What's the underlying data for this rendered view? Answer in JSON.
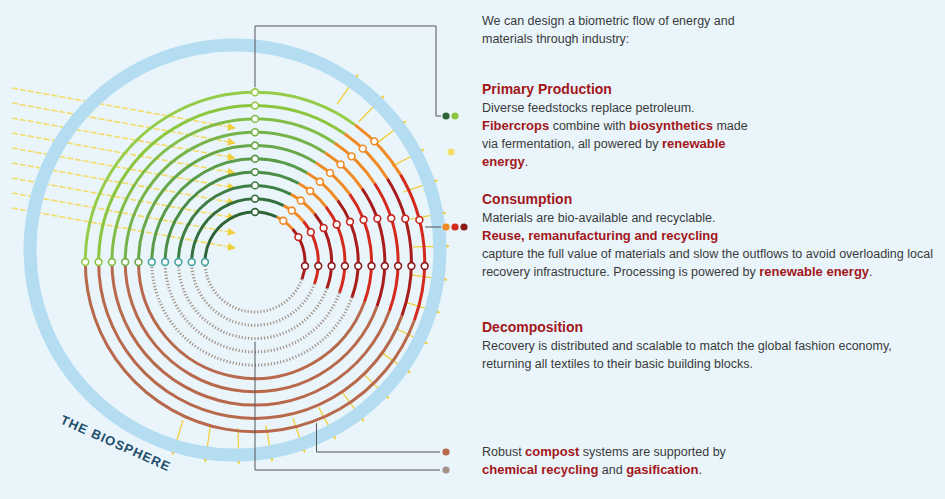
{
  "diagram": {
    "labels": [
      "We can design a biometric flow of energy and materials through industry:",
      "Primary Production",
      "Diverse feedstocks replace petroleum.",
      "Fibercrops",
      "combine with",
      "biosynthetics",
      "made via fermentation, all powered by",
      "renewable energy",
      ".",
      "Consumption",
      "Materials are bio-available and recyclable.",
      "Reuse, remanufacturing and recycling",
      "capture the full value of materials and slow the outflows to avoid overloading local recovery infrastructure. Processing is powered by",
      "renewable energy",
      ".",
      "Decomposition",
      "Recovery is distributed and scalable to match the global fashion economy, returning all textiles to their basic building blocks.",
      "Robust",
      "compost",
      "systems are supported by",
      "chemical recycling",
      "and",
      "gasification",
      ".",
      "THE BIOSPHERE"
    ]
  }
}
